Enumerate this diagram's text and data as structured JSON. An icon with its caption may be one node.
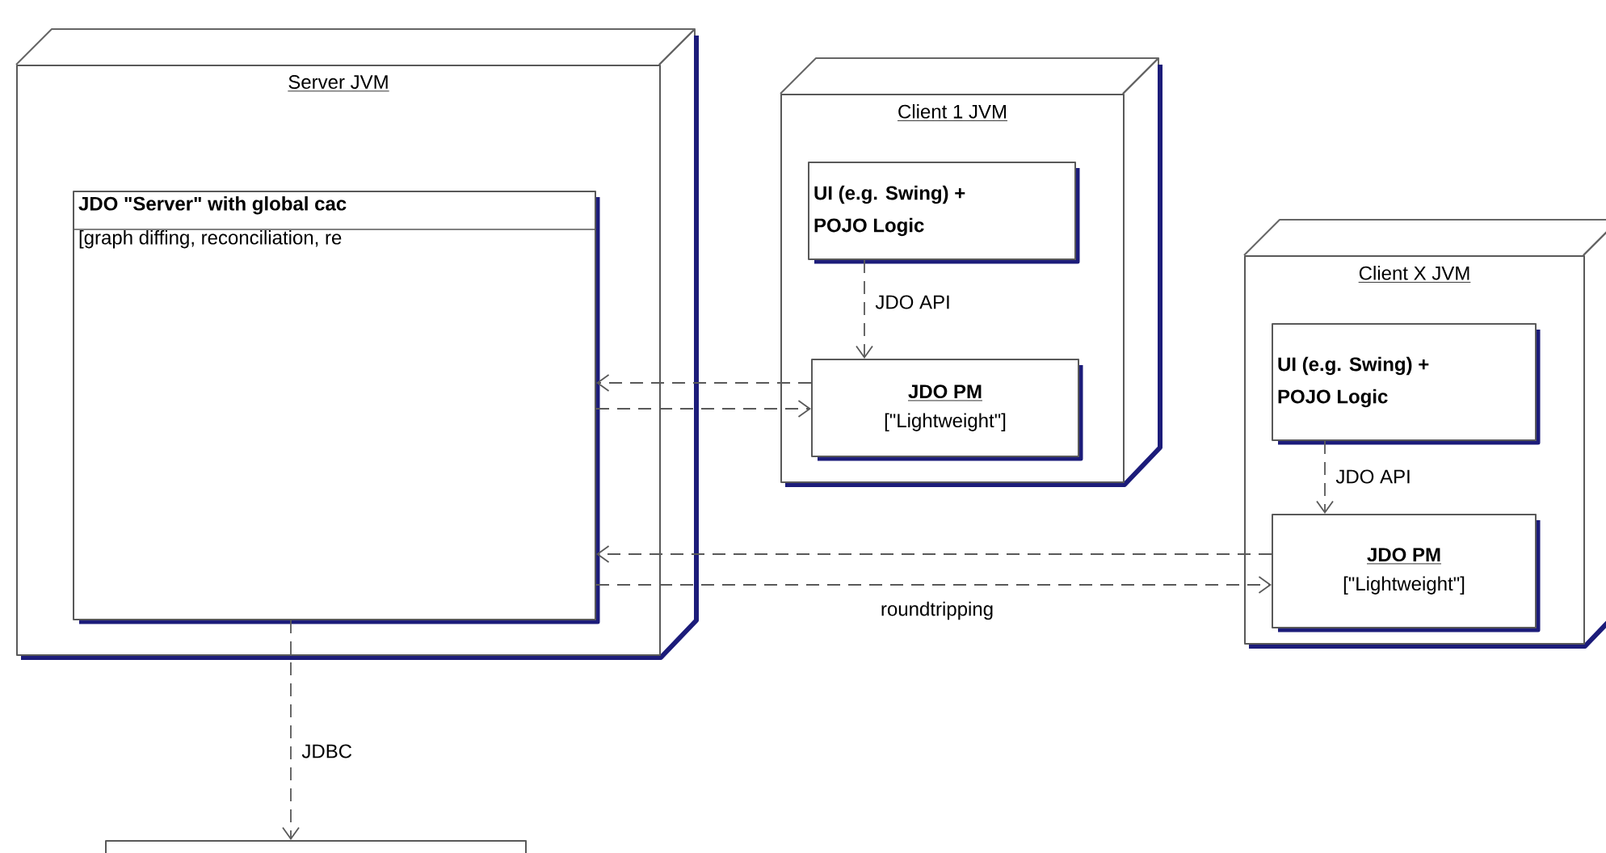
{
  "diagram": {
    "nodes": [
      {
        "text": [
          "Server JVM"
        ]
      },
      {
        "text": [
          "JDO \"Server\" with global cac",
          "[graph diffing, reconciliation, re"
        ],
        "in": 0
      },
      {
        "text": [
          "Client 1 JVM"
        ]
      },
      {
        "text": [
          "UI (e.g. Swing) + POJO Logic"
        ],
        "in": 2
      },
      {
        "text": [
          "JDO PM",
          "[\"Lightweight\"]"
        ],
        "in": 2
      },
      {
        "text": [
          "Client X JVM"
        ]
      },
      {
        "text": [
          "UI (e.g. Swing) + POJO Logic"
        ],
        "in": 5
      },
      {
        "text": [
          "JDO PM",
          "[\"Lightweight\"]"
        ],
        "in": 5
      },
      {
        "text": [],
        "shape": "box"
      }
    ],
    "edges": [
      {
        "from": 3,
        "to": 4,
        "arrow": "to",
        "label": "JDO API",
        "style": "dashed"
      },
      {
        "from": 4,
        "to": 1,
        "arrow": "to",
        "style": "dashed"
      },
      {
        "from": 1,
        "to": 4,
        "arrow": "to",
        "style": "dashed"
      },
      {
        "from": 6,
        "to": 7,
        "arrow": "to",
        "label": "JDO API",
        "style": "dashed"
      },
      {
        "from": 7,
        "to": 1,
        "arrow": "to",
        "style": "dashed"
      },
      {
        "from": 1,
        "to": 7,
        "arrow": "to",
        "label": "roundtripping",
        "style": "dashed"
      },
      {
        "from": 1,
        "to": 8,
        "arrow": "to",
        "label": "JDBC",
        "style": "dashed"
      }
    ]
  }
}
